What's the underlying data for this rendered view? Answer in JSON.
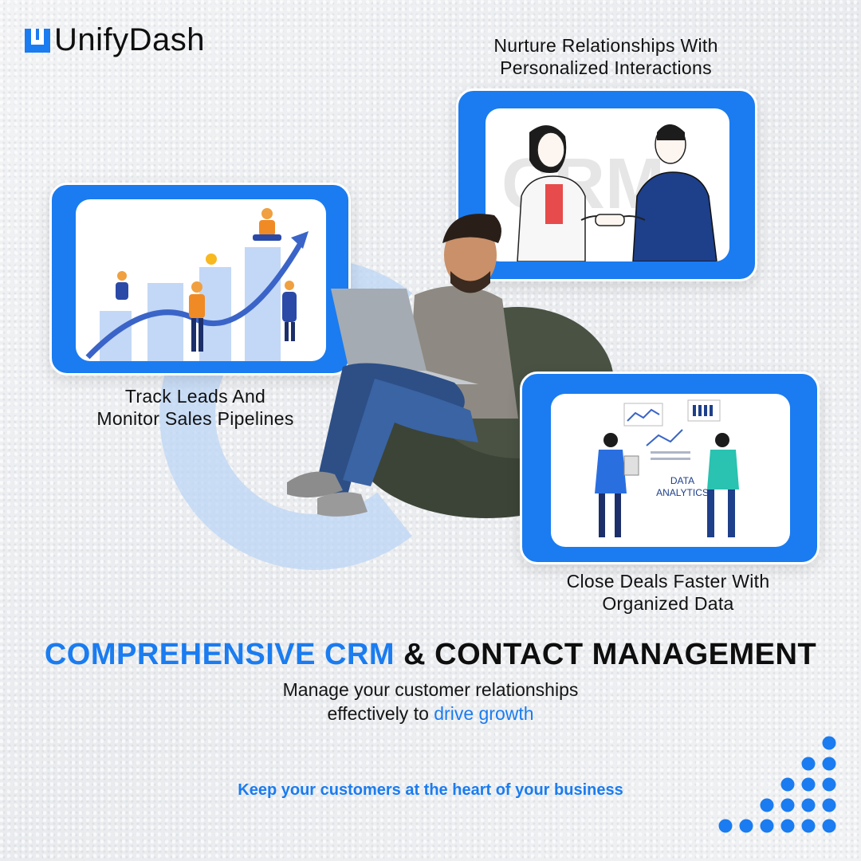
{
  "brand": {
    "name": "UnifyDash",
    "accent": "#1a7cf0"
  },
  "features": {
    "left": {
      "caption_line1": "Track Leads And",
      "caption_line2": "Monitor Sales Pipelines"
    },
    "right_top": {
      "caption_line1": "Nurture Relationships With",
      "caption_line2": "Personalized Interactions",
      "illustration_text": "CRM"
    },
    "right_bottom": {
      "caption_line1": "Close Deals Faster With",
      "caption_line2": "Organized Data",
      "illustration_text_line1": "DATA",
      "illustration_text_line2": "ANALYTICS"
    }
  },
  "headline": {
    "part1": "COMPREHENSIVE CRM",
    "part2": "& CONTACT MANAGEMENT"
  },
  "subheadline": {
    "line1": "Manage your customer relationships",
    "line2_prefix": "effectively to ",
    "line2_highlight": "drive growth"
  },
  "tagline": "Keep your customers at the heart of your business",
  "icons": [
    "logo-mark-icon",
    "growth-chart-illustration",
    "handshake-illustration",
    "data-analytics-illustration",
    "dot-grid-decoration"
  ]
}
